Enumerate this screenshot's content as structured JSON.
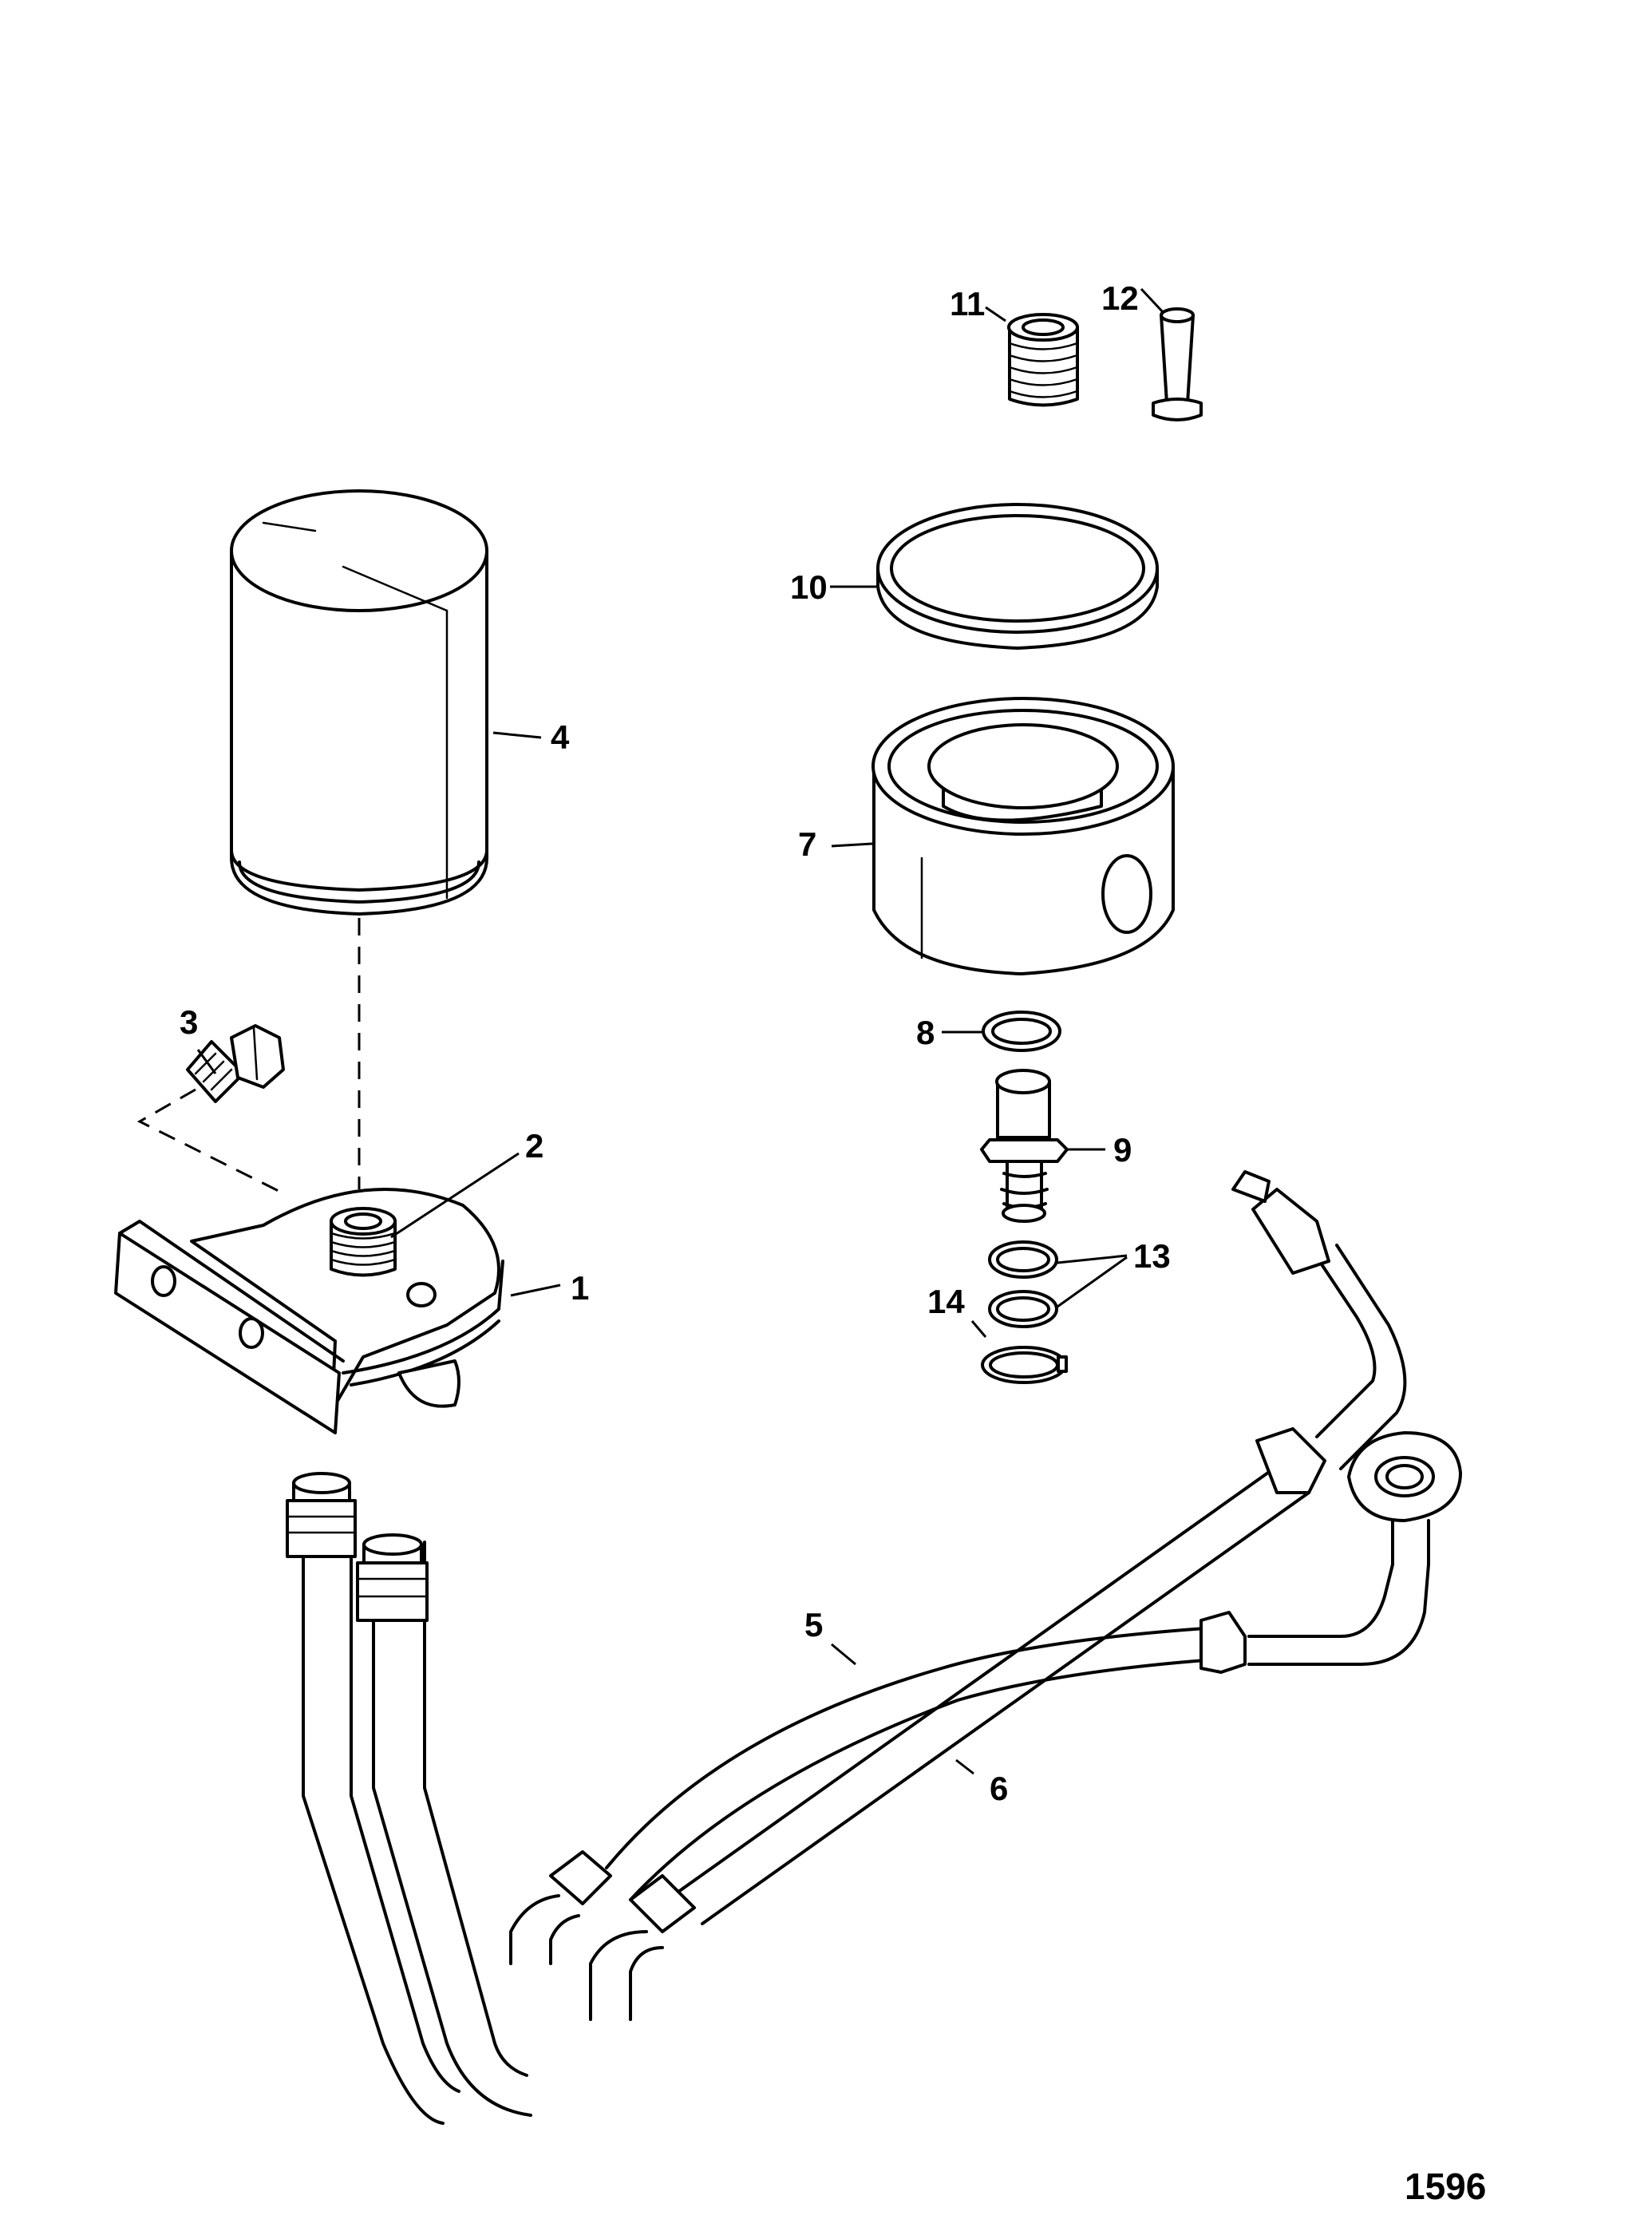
{
  "callouts": {
    "c1": "1",
    "c2": "2",
    "c3": "3",
    "c4": "4",
    "c5": "5",
    "c6": "6",
    "c7": "7",
    "c8": "8",
    "c9": "9",
    "c10": "10",
    "c11": "11",
    "c12": "12",
    "c13": "13",
    "c14": "14"
  },
  "figure_number": "1596"
}
